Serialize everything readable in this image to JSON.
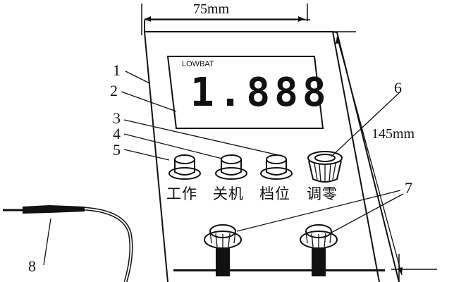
{
  "dimensions": {
    "width_label": "75mm",
    "height_label": "145mm"
  },
  "display": {
    "indicator": "LOWBAT",
    "reading": "1.888"
  },
  "callouts": [
    "1",
    "2",
    "3",
    "4",
    "5",
    "6",
    "7",
    "8"
  ],
  "buttons": [
    {
      "label": "工作"
    },
    {
      "label": "关机"
    },
    {
      "label": "档位"
    },
    {
      "label": "调零"
    }
  ],
  "colors": {
    "ink": "#111111",
    "background": "#ffffff"
  }
}
